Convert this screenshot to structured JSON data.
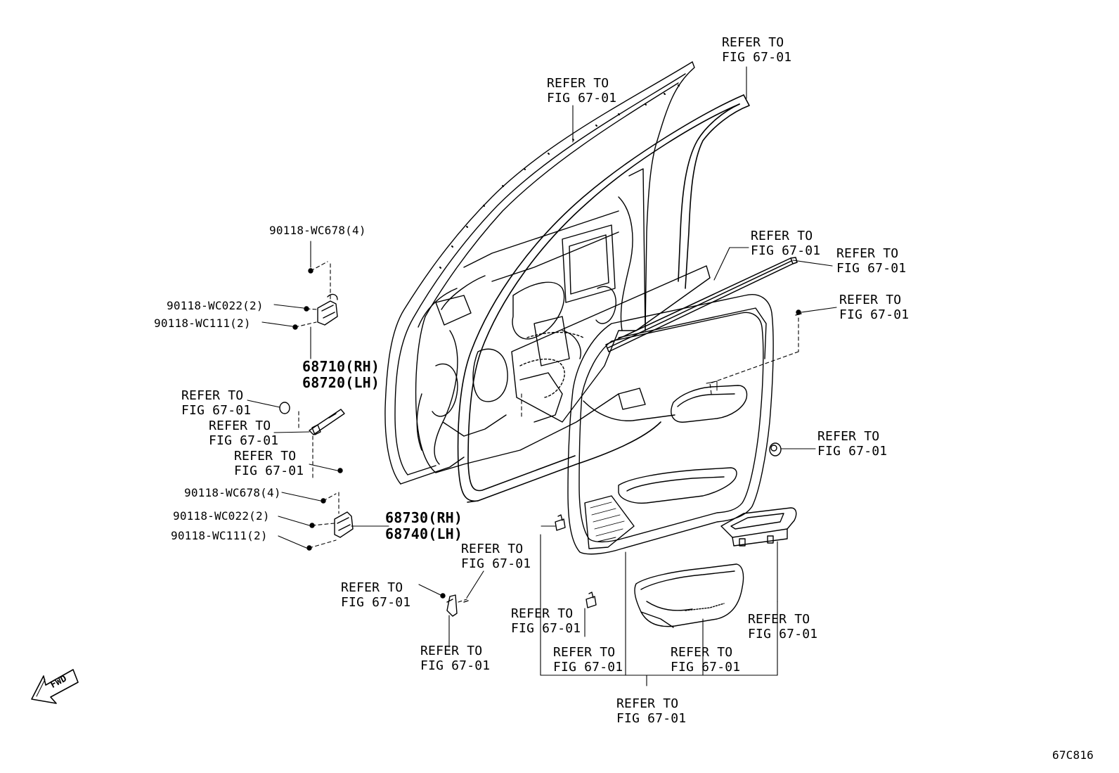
{
  "diagram": {
    "figure_id": "67C816",
    "fwd_label": "FWD",
    "refer_line1": "REFER TO",
    "refer_line2": "FIG 67-01",
    "part_numbers": {
      "screw_upper_hinge_top": "90118-WC678(4)",
      "bolt_upper_hinge_a": "90118-WC022(2)",
      "bolt_upper_hinge_b": "90118-WC111(2)",
      "upper_hinge_rh": "68710(RH)",
      "upper_hinge_lh": "68720(LH)",
      "screw_lower_hinge_top": "90118-WC678(4)",
      "bolt_lower_hinge_a": "90118-WC022(2)",
      "bolt_lower_hinge_b": "90118-WC111(2)",
      "lower_hinge_rh": "68730(RH)",
      "lower_hinge_lh": "68740(LH)"
    }
  }
}
